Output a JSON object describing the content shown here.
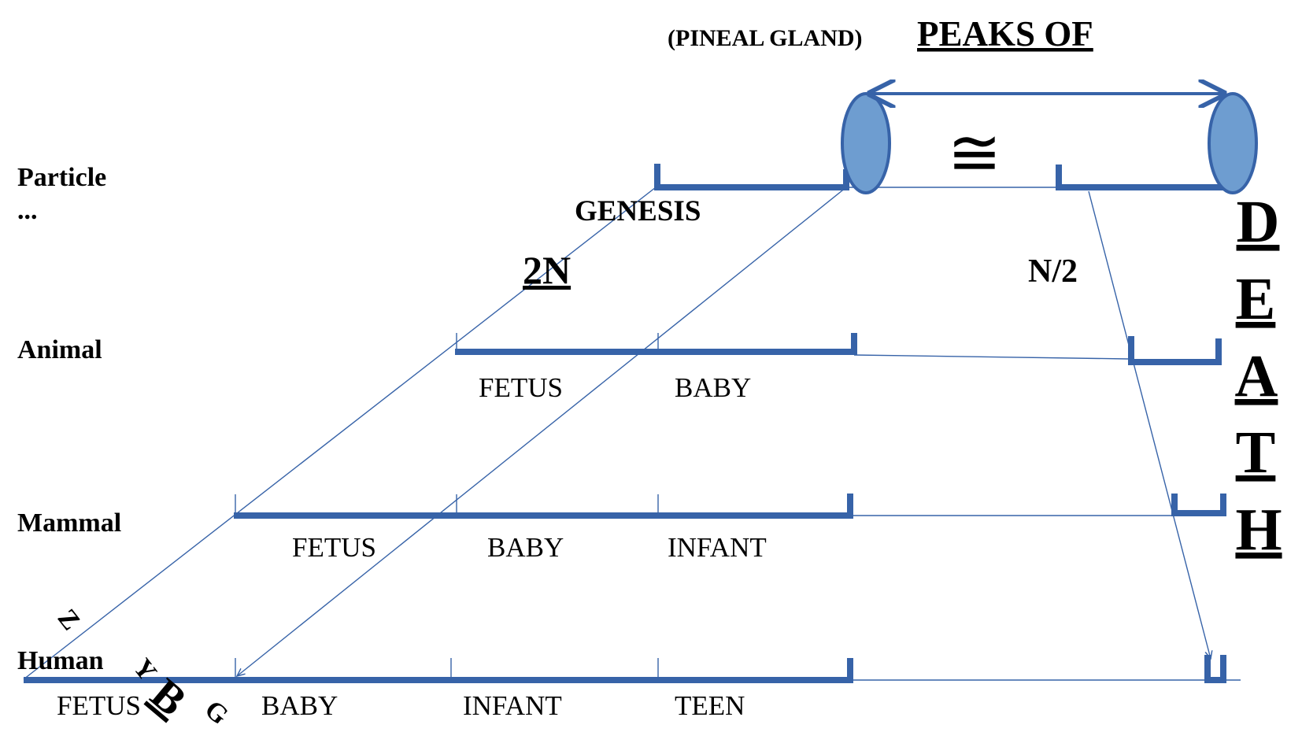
{
  "colors": {
    "line": "#3763A8",
    "ellipse_fill": "#6E9DD0",
    "text": "#000000"
  },
  "headings": {
    "pineal_gland": "(PINEAL GLAND)",
    "peaks_of": "PEAKS OF",
    "genesis": "GENESIS",
    "two_n": "2N",
    "n_half": "N/2",
    "approx_symbol": "≅"
  },
  "levels": {
    "particle": "Particle",
    "particle_ellipsis": "...",
    "animal": "Animal",
    "mammal": "Mammal",
    "human": "Human"
  },
  "stages": {
    "animal": [
      "FETUS",
      "BABY"
    ],
    "mammal": [
      "FETUS",
      "BABY",
      "INFANT"
    ],
    "human": [
      "FETUS",
      "BABY",
      "INFANT",
      "TEEN"
    ]
  },
  "death_letters": [
    "D",
    "E",
    "A",
    "T",
    "H"
  ],
  "zygote_letters": [
    "Z",
    "Y",
    "B",
    "G"
  ]
}
